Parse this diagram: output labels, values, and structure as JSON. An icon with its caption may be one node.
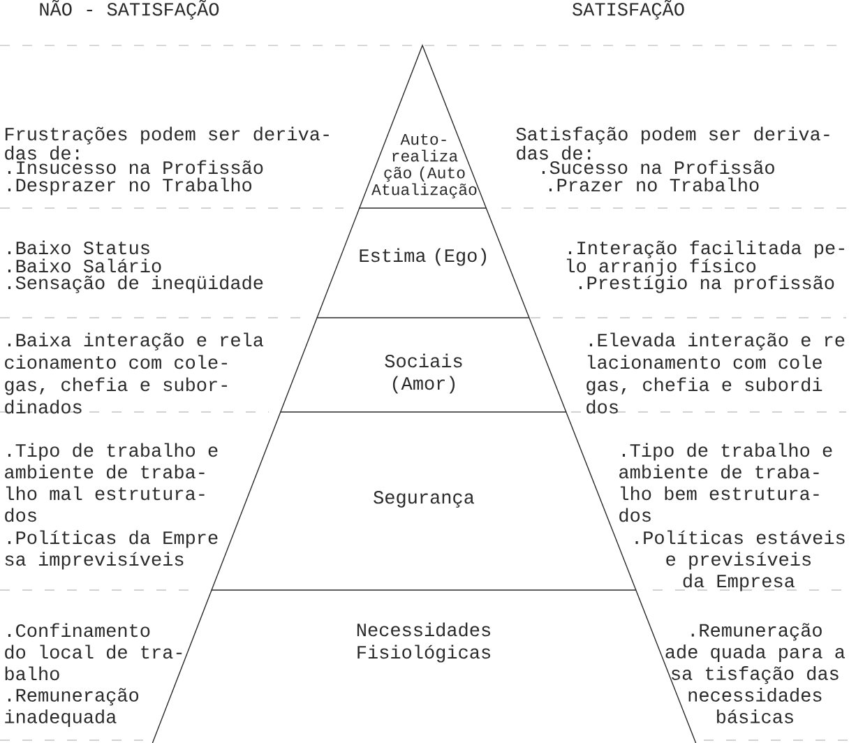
{
  "diagram": {
    "nodes": [
      {
        "text": [
          "Auto- realiza ção (Auto Atualização"
        ]
      },
      {
        "text": [
          "Estima (Ego)"
        ]
      },
      {
        "text": [
          "Sociais (Amor)"
        ]
      },
      {
        "text": [
          "Segurança"
        ]
      },
      {
        "text": [
          "Necessidades Fisiológicas"
        ]
      }
    ],
    "edges": [],
    "labels": [
      "NÃO - SATISFAÇÃO",
      "SATISFAÇÃO",
      "Frustrações podem ser deriva- das de:",
      ".Insucesso na Profissão",
      ".Desprazer no Trabalho",
      "Satisfação podem ser deriva- das de:",
      ".Sucesso na Profissão",
      ".Prazer no Trabalho",
      ".Baixo Status",
      ".Baixo Salário",
      ".Sensação de ineqüidade",
      ".Interação facilitada pe- lo arranjo físico",
      ".Prestígio na profissão",
      ".Baixa interação e rela cionamento com cole- gas, chefia e subor- dinados",
      ".Elevada interação e re lacionamento com cole gas, chefia e subordi dos",
      ".Tipo de trabalho e ambiente de traba- lho mal estrutura- dos",
      ".Políticas da Empre sa imprevisíveis",
      ".Tipo de trabalho e ambiente de traba- lho bem estrutura- dos",
      ".Políticas estáveis e previsíveis da Empresa",
      ".Confinamento do local de tra- balho",
      ".Remuneração inadequada",
      ".Remuneração ade quada para a sa tisfação das necessidades básicas"
    ]
  }
}
